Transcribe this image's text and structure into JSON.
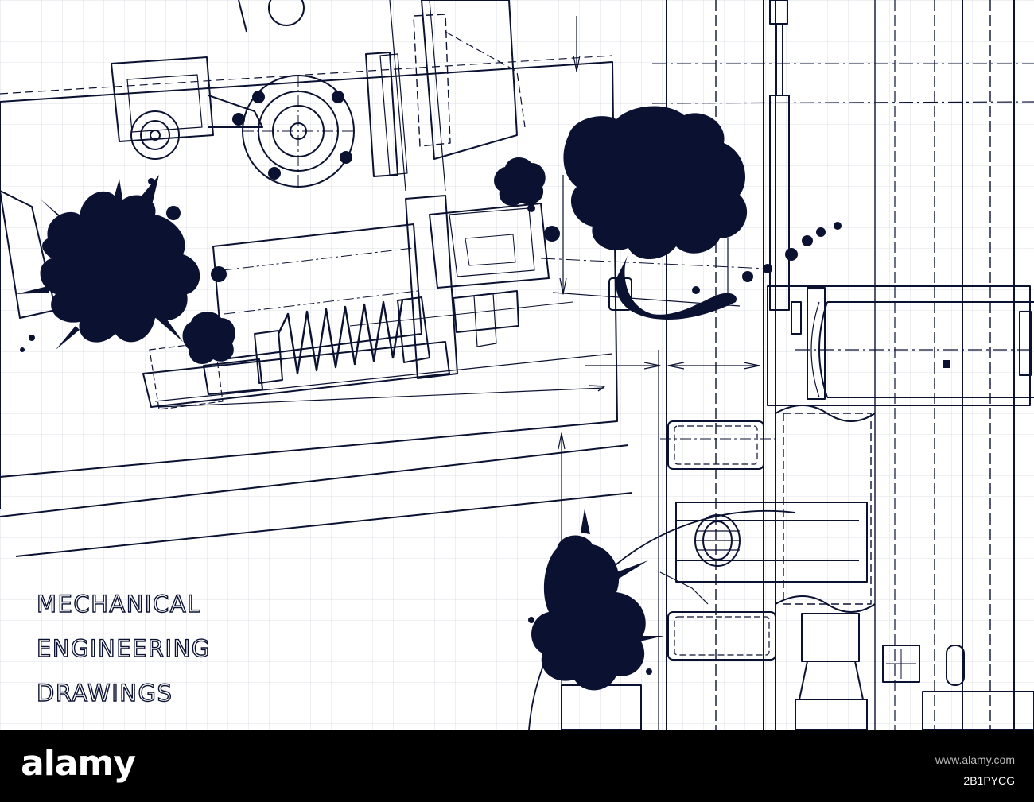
{
  "title": {
    "lines": [
      "MECHANICAL",
      "ENGINEERING",
      "DRAWINGS"
    ]
  },
  "watermark": {
    "brand": "alamy",
    "image_id": "2B1PYCG",
    "site": "www.alamy.com"
  },
  "colors": {
    "ink": "#0b1131",
    "grid": "#cfd2dc",
    "paper": "#ffffff",
    "banner": "#000000"
  }
}
